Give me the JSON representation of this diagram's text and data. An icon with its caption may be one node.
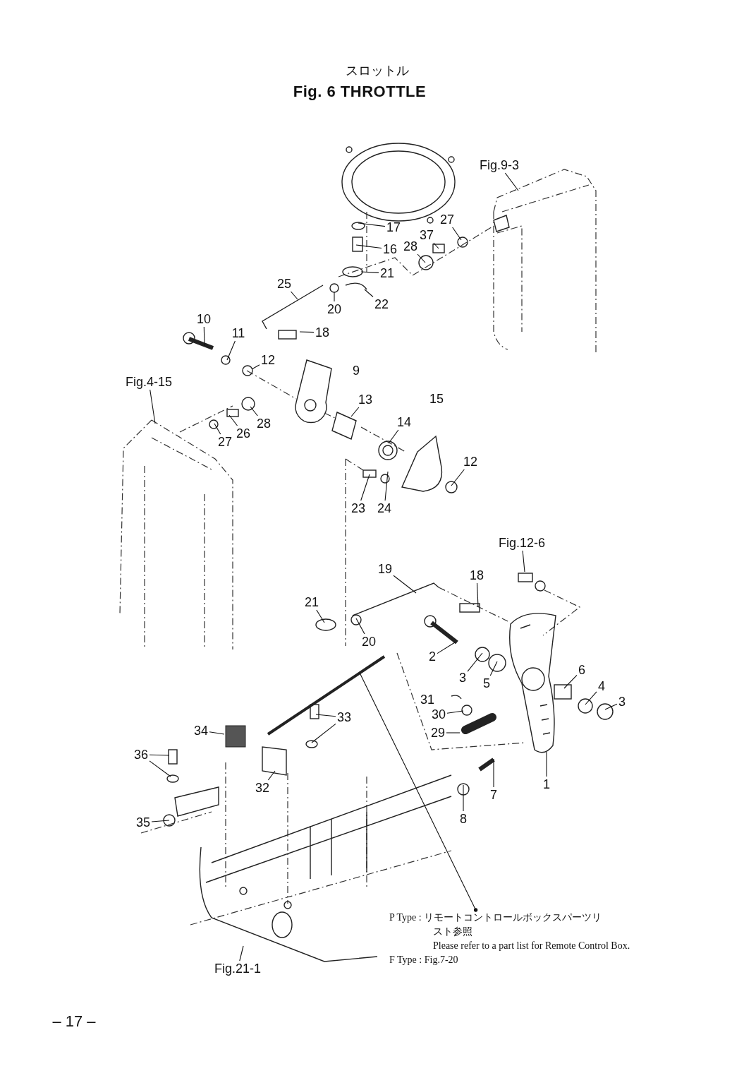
{
  "diagram": {
    "title": "Fig. 6 THROTTLE",
    "nodes": [
      {
        "text": [
          "Fig.9-3"
        ]
      },
      {
        "text": [
          "17"
        ]
      },
      {
        "text": [
          "16"
        ]
      },
      {
        "text": [
          "27"
        ]
      },
      {
        "text": [
          "37"
        ]
      },
      {
        "text": [
          "28"
        ]
      },
      {
        "text": [
          "21"
        ]
      },
      {
        "text": [
          "25"
        ]
      },
      {
        "text": [
          "20"
        ]
      },
      {
        "text": [
          "22"
        ]
      },
      {
        "text": [
          "10"
        ]
      },
      {
        "text": [
          "11"
        ]
      },
      {
        "text": [
          "12"
        ]
      },
      {
        "text": [
          "18"
        ]
      },
      {
        "text": [
          "Fig.4-15"
        ]
      },
      {
        "text": [
          "28"
        ]
      },
      {
        "text": [
          "26"
        ]
      },
      {
        "text": [
          "27"
        ]
      },
      {
        "text": [
          "13"
        ]
      },
      {
        "text": [
          "14"
        ]
      },
      {
        "text": [
          "12"
        ]
      },
      {
        "text": [
          "23"
        ]
      },
      {
        "text": [
          "24"
        ]
      },
      {
        "text": [
          "Fig.12-6"
        ]
      },
      {
        "text": [
          "19"
        ]
      },
      {
        "text": [
          "18"
        ]
      },
      {
        "text": [
          "21"
        ]
      },
      {
        "text": [
          "20"
        ]
      },
      {
        "text": [
          "2"
        ]
      },
      {
        "text": [
          "3"
        ]
      },
      {
        "text": [
          "5"
        ]
      },
      {
        "text": [
          "6"
        ]
      },
      {
        "text": [
          "4"
        ]
      },
      {
        "text": [
          "3"
        ]
      },
      {
        "text": [
          "30"
        ]
      },
      {
        "text": [
          "29"
        ]
      },
      {
        "text": [
          "34"
        ]
      },
      {
        "text": [
          "33"
        ]
      },
      {
        "text": [
          "36"
        ]
      },
      {
        "text": [
          "32"
        ]
      },
      {
        "text": [
          "35"
        ]
      },
      {
        "text": [
          "7"
        ]
      },
      {
        "text": [
          "1"
        ]
      },
      {
        "text": [
          "8"
        ]
      },
      {
        "text": [
          "Fig.21-1"
        ]
      },
      {
        "text": [
          "P Type : リモートコントロールボックスパーツリスト参照",
          "Please refer to a part list for Remote Control Box.",
          "F Type : Fig.7-20"
        ]
      }
    ],
    "edges": [
      {
        "from": 0,
        "to": null,
        "arrow": "none"
      },
      {
        "from": 1,
        "to": null,
        "arrow": "none"
      },
      {
        "from": 2,
        "to": null,
        "arrow": "none"
      },
      {
        "from": 3,
        "to": null,
        "arrow": "none"
      },
      {
        "from": 4,
        "to": null,
        "arrow": "none"
      },
      {
        "from": 5,
        "to": null,
        "arrow": "none"
      },
      {
        "from": 6,
        "to": null,
        "arrow": "none"
      },
      {
        "from": 7,
        "to": null,
        "arrow": "none"
      },
      {
        "from": 8,
        "to": null,
        "arrow": "none"
      },
      {
        "from": 9,
        "to": null,
        "arrow": "none"
      },
      {
        "from": 10,
        "to": null,
        "arrow": "none"
      },
      {
        "from": 11,
        "to": null,
        "arrow": "none"
      },
      {
        "from": 12,
        "to": null,
        "arrow": "none"
      },
      {
        "from": 13,
        "to": null,
        "arrow": "none"
      },
      {
        "from": 14,
        "to": null,
        "arrow": "none"
      },
      {
        "from": 15,
        "to": null,
        "arrow": "none"
      },
      {
        "from": 16,
        "to": null,
        "arrow": "none"
      },
      {
        "from": 17,
        "to": null,
        "arrow": "none"
      },
      {
        "from": 18,
        "to": null,
        "arrow": "none"
      },
      {
        "from": 19,
        "to": null,
        "arrow": "none"
      },
      {
        "from": 20,
        "to": null,
        "arrow": "none"
      },
      {
        "from": 21,
        "to": null,
        "arrow": "none"
      },
      {
        "from": 22,
        "to": null,
        "arrow": "none"
      },
      {
        "from": 23,
        "to": null,
        "arrow": "none"
      },
      {
        "from": 24,
        "to": null,
        "arrow": "none"
      },
      {
        "from": 25,
        "to": null,
        "arrow": "none"
      },
      {
        "from": 26,
        "to": null,
        "arrow": "none"
      },
      {
        "from": 27,
        "to": null,
        "arrow": "none"
      },
      {
        "from": 28,
        "to": null,
        "arrow": "none"
      },
      {
        "from": 29,
        "to": null,
        "arrow": "none"
      },
      {
        "from": 30,
        "to": null,
        "arrow": "none"
      },
      {
        "from": 31,
        "to": null,
        "arrow": "none"
      },
      {
        "from": 32,
        "to": null,
        "arrow": "none"
      },
      {
        "from": 33,
        "to": null,
        "arrow": "none"
      },
      {
        "from": 34,
        "to": null,
        "arrow": "none"
      },
      {
        "from": 35,
        "to": null,
        "arrow": "none"
      },
      {
        "from": 36,
        "to": null,
        "arrow": "none"
      },
      {
        "from": 37,
        "to": null,
        "arrow": "none"
      },
      {
        "from": 37,
        "to": null,
        "arrow": "none"
      },
      {
        "from": 38,
        "to": null,
        "arrow": "none"
      },
      {
        "from": 38,
        "to": null,
        "arrow": "none"
      },
      {
        "from": 39,
        "to": null,
        "arrow": "none"
      },
      {
        "from": 40,
        "to": null,
        "arrow": "none"
      },
      {
        "from": 41,
        "to": null,
        "arrow": "none"
      },
      {
        "from": 42,
        "to": null,
        "arrow": "none"
      },
      {
        "from": 43,
        "to": null,
        "arrow": "none"
      },
      {
        "from": 44,
        "to": null,
        "arrow": "none"
      },
      {
        "from": null,
        "to": 45,
        "arrow": "other"
      }
    ],
    "labels": [
      "スロットル",
      "9",
      "15",
      "31",
      "– 17 –"
    ]
  }
}
